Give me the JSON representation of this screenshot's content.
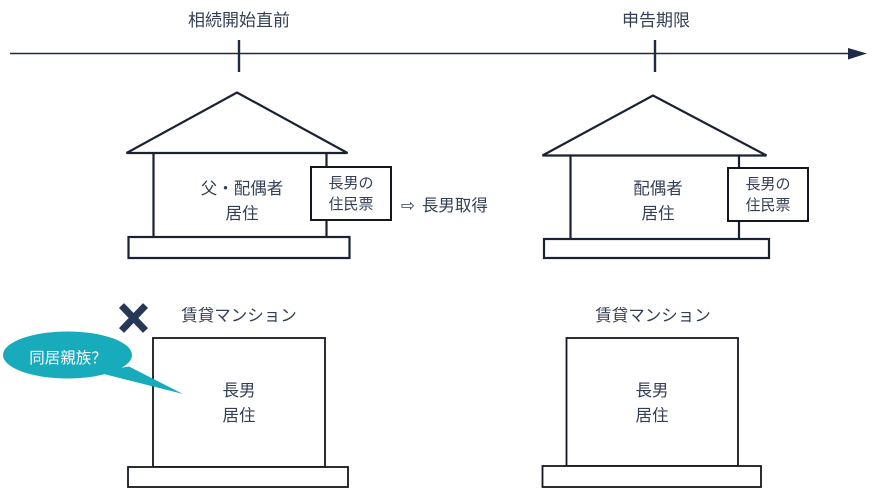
{
  "colors": {
    "navy_line": "#1f2b45",
    "x_mark": "#273757",
    "house_outline": "#1a2130",
    "box_border": "#14171f",
    "text": "#333f54",
    "teal": "#18abbc",
    "callout_text": "#ffffff"
  },
  "timeline": {
    "start_label": "相続開始直前",
    "end_label": "申告期限"
  },
  "top_left_house": {
    "occupant_line1": "父・配偶者",
    "occupant_line2": "居住",
    "card_line1": "長男の",
    "card_line2": "住民票",
    "arrow_icon": "⇨",
    "note": "長男取得"
  },
  "top_right_house": {
    "occupant_line1": "配偶者",
    "occupant_line2": "居住",
    "card_line1": "長男の",
    "card_line2": "住民票"
  },
  "bottom_left_apartment": {
    "label": "賃貸マンション",
    "occupant_line1": "長男",
    "occupant_line2": "居住"
  },
  "bottom_right_apartment": {
    "label": "賃貸マンション",
    "occupant_line1": "長男",
    "occupant_line2": "居住"
  },
  "callout": {
    "text": "同居親族？"
  }
}
